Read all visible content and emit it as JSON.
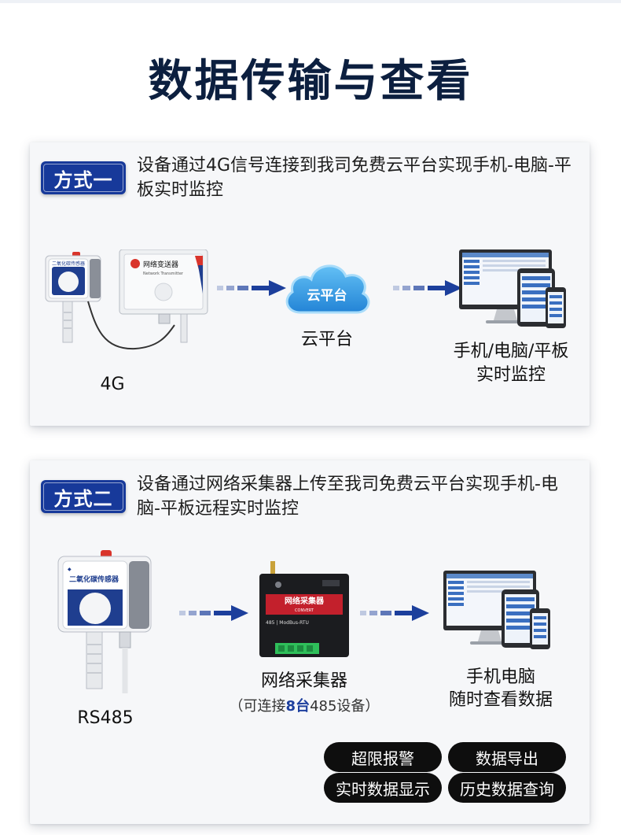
{
  "title": "数据传输与查看",
  "method1": {
    "badge": "方式一",
    "description": "设备通过4G信号连接到我司免费云平台实现手机-电脑-平板实时监控",
    "device_label": "4G",
    "sensor_text": "二氧化碳传感器",
    "transmitter_text": "网络变送器",
    "transmitter_sub": "Network Transmitter",
    "cloud_text": "云平台",
    "cloud_label": "云平台",
    "monitor_label_line1": "手机/电脑/平板",
    "monitor_label_line2": "实时监控"
  },
  "method2": {
    "badge": "方式二",
    "description": "设备通过网络采集器上传至我司免费云平台实现手机-电脑-平板远程实时监控",
    "device_label": "RS485",
    "sensor_text": "二氧化碳传感器",
    "collector_text": "网络采集器",
    "collector_convert": "CONVERT",
    "collector_sub": "485 | ModBus-RTU",
    "collector_label": "网络采集器",
    "collector_note_prefix": "（可连接",
    "collector_note_highlight": "8台",
    "collector_note_suffix": "485设备）",
    "monitor_label_line1": "手机电脑",
    "monitor_label_line2": "随时查看数据",
    "features": [
      "超限报警",
      "数据导出",
      "实时数据显示",
      "历史数据查询"
    ]
  },
  "colors": {
    "badge": "#17399a",
    "title": "#0c1f3f",
    "arrow": "#1c3f9c",
    "cloud": "#3aa4e8",
    "pill": "#0e0e0e",
    "sensor_blue": "#1f3e8f",
    "collector_red": "#c3202c"
  }
}
